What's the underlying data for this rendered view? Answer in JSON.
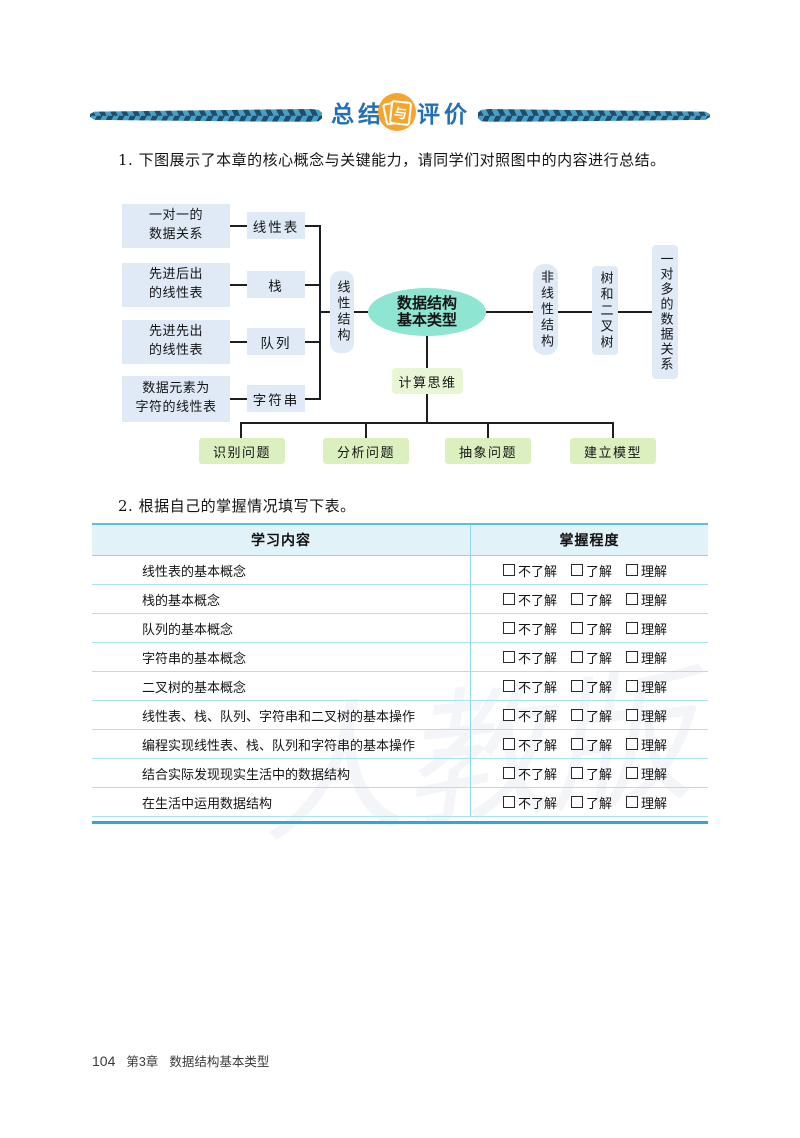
{
  "banner": {
    "left_title": "总结",
    "right_title": "评价",
    "icon_glyph": "与",
    "blue": "#2470b5",
    "orange": "#f4a52f"
  },
  "instructions": {
    "item1": "1. 下图展示了本章的核心概念与关键能力，请同学们对照图中的内容进行总结。",
    "item2": "2. 根据自己的掌握情况填写下表。"
  },
  "diagram": {
    "center": {
      "line1": "数据结构",
      "line2": "基本类型"
    },
    "left_groups": [
      {
        "desc_line1": "一对一的",
        "desc_line2": "数据关系",
        "node": "线性表"
      },
      {
        "desc_line1": "先进后出",
        "desc_line2": "的线性表",
        "node": "栈"
      },
      {
        "desc_line1": "先进先出",
        "desc_line2": "的线性表",
        "node": "队列"
      },
      {
        "desc_line1": "数据元素为",
        "desc_line2": "字符的线性表",
        "node": "字符串"
      }
    ],
    "linear_structure": "线性结构",
    "nonlinear_structure": "非线性结构",
    "tree_node": "树和二叉树",
    "one_to_many": "一对多的数据关系",
    "computational_thinking": "计算思维",
    "thinking_steps": [
      "识别问题",
      "分析问题",
      "抽象问题",
      "建立模型"
    ],
    "colors": {
      "blue_box": "#dfeaf6",
      "ellipse": "#8ee5d1",
      "green_box": "#dcf0bf",
      "thinking_box": "#e9f6d6"
    }
  },
  "table": {
    "headers": {
      "content": "学习内容",
      "mastery": "掌握程度"
    },
    "options": [
      "不了解",
      "了解",
      "理解"
    ],
    "rows": [
      "线性表的基本概念",
      "栈的基本概念",
      "队列的基本概念",
      "字符串的基本概念",
      "二叉树的基本概念",
      "线性表、栈、队列、字符串和二叉树的基本操作",
      "编程实现线性表、栈、队列和字符串的基本操作",
      "结合实际发现现实生活中的数据结构",
      "在生活中运用数据结构"
    ]
  },
  "watermark": "人教版",
  "footer": {
    "page_number": "104",
    "chapter": "第3章",
    "book_title": "数据结构基本类型"
  }
}
